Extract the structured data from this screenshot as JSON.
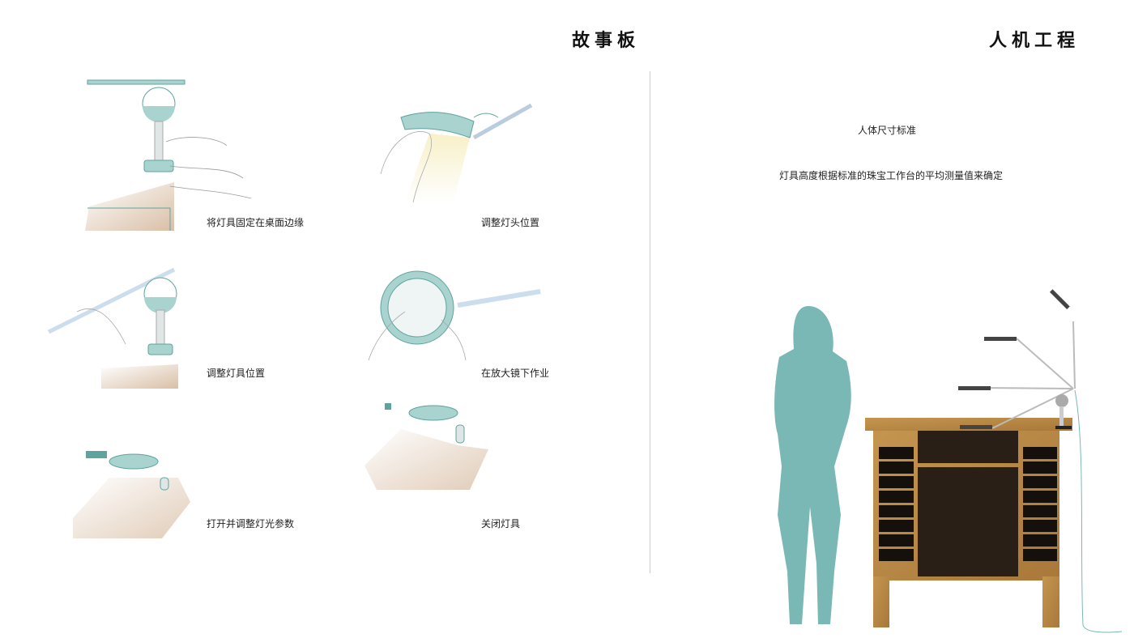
{
  "storyboard": {
    "title": "故事板",
    "steps": [
      {
        "caption": "将灯具固定在桌面边缘"
      },
      {
        "caption": "调整灯头位置"
      },
      {
        "caption": "调整灯具位置"
      },
      {
        "caption": "在放大镜下作业"
      },
      {
        "caption": "打开并调整灯光参数"
      },
      {
        "caption": "关闭灯具"
      }
    ]
  },
  "ergonomics": {
    "title": "人机工程",
    "heading": "人体尺寸标准",
    "description": "灯具高度根据标准的珠宝工作台的平均测量值来确定"
  },
  "colors": {
    "teal": "#7ab8b5",
    "wood": "#b98a4a",
    "desk_shadow": "#2a1f17"
  }
}
